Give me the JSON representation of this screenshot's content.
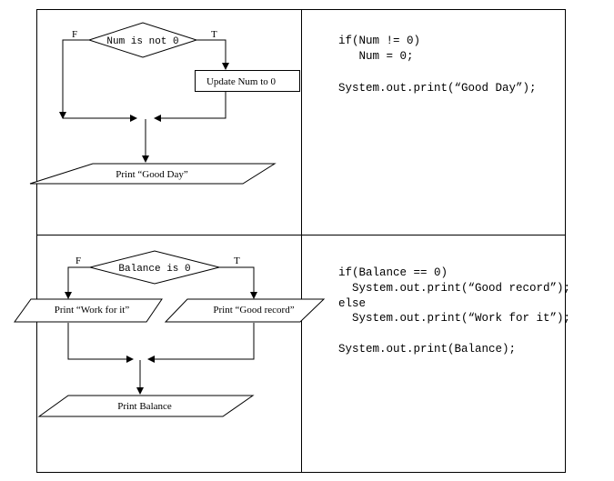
{
  "diagram1": {
    "condition": "Num is not 0",
    "false_label": "F",
    "true_label": "T",
    "process": "Update Num to 0",
    "output": "Print “Good Day”",
    "code": [
      "if(Num != 0)",
      "   Num = 0;",
      "",
      "System.out.print(“Good Day”);"
    ]
  },
  "diagram2": {
    "condition": "Balance is 0",
    "false_label": "F",
    "true_label": "T",
    "output_false": "Print “Work for it”",
    "output_true": "Print “Good record”",
    "output_final": "Print Balance",
    "code": [
      "if(Balance == 0)",
      "  System.out.print(“Good record”);",
      "else",
      "  System.out.print(“Work for it”);",
      "",
      "System.out.print(Balance);"
    ]
  }
}
